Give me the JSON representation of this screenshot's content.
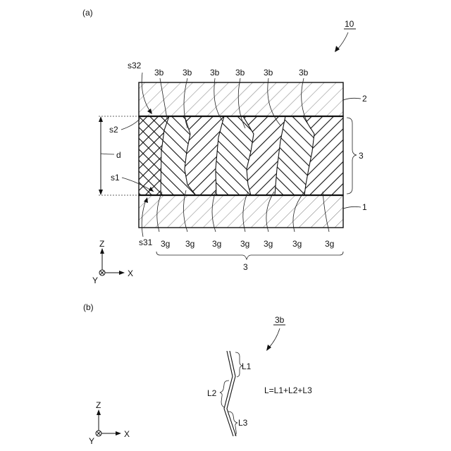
{
  "panel_a": {
    "tag": "(a)",
    "ref_number": "10",
    "top_labels": [
      "3b",
      "3b",
      "3b",
      "3b",
      "3b",
      "3b"
    ],
    "bottom_labels": [
      "3g",
      "3g",
      "3g",
      "3g",
      "3g",
      "3g",
      "3g"
    ],
    "s32": "s32",
    "s2": "s2",
    "s1": "s1",
    "s31": "s31",
    "d": "d",
    "layer_top": "2",
    "layer_mid": "3",
    "layer_bottom": "1",
    "group_label": "3",
    "axis": {
      "z": "Z",
      "x": "X",
      "y": "Y"
    }
  },
  "panel_b": {
    "tag": "(b)",
    "ref": "3b",
    "l1": "L1",
    "l2": "L2",
    "l3": "L3",
    "formula": "L=L1+L2+L3",
    "axis": {
      "z": "Z",
      "x": "X",
      "y": "Y"
    }
  }
}
